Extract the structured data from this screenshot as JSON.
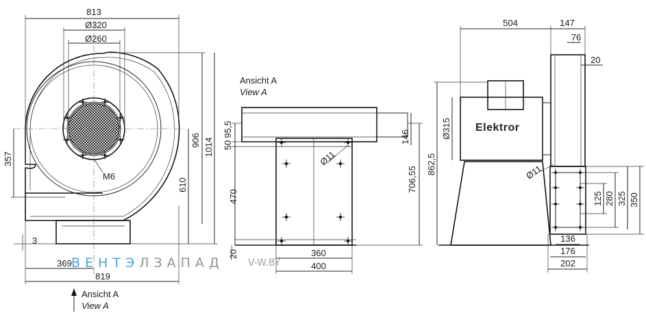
{
  "dimensions": {
    "d813": "813",
    "d320": "Ø320",
    "d260": "Ø260",
    "d357": "357",
    "d906": "906",
    "d1014": "1014",
    "d610": "610",
    "dM6": "M6",
    "d3": "3",
    "d369": "369",
    "d819": "819",
    "d50": "50",
    "d95_5": "95,5",
    "d470": "470",
    "d20a": "20",
    "d146": "146",
    "d11a": "Ø11",
    "d706": "706,55",
    "d360": "360",
    "d400": "400",
    "d504": "504",
    "d147": "147",
    "d76": "76",
    "d20b": "20",
    "d315": "Ø315",
    "d862": "862,5",
    "d11b": "Ø11",
    "d125": "125",
    "d280": "280",
    "d325": "325",
    "d350": "350",
    "d136": "136",
    "d176": "176",
    "d202": "202"
  },
  "labels": {
    "view_top_de": "Ansicht A",
    "view_top_en": "View A",
    "view_bottom_de": "Ansicht A",
    "view_bottom_en": "View A",
    "brand": "Elektror"
  },
  "watermark": {
    "text": "ВЕНТЭЛЗАПАД",
    "site": "V-W.BY",
    "colors": [
      "#4aa3df",
      "#8a949c"
    ]
  }
}
